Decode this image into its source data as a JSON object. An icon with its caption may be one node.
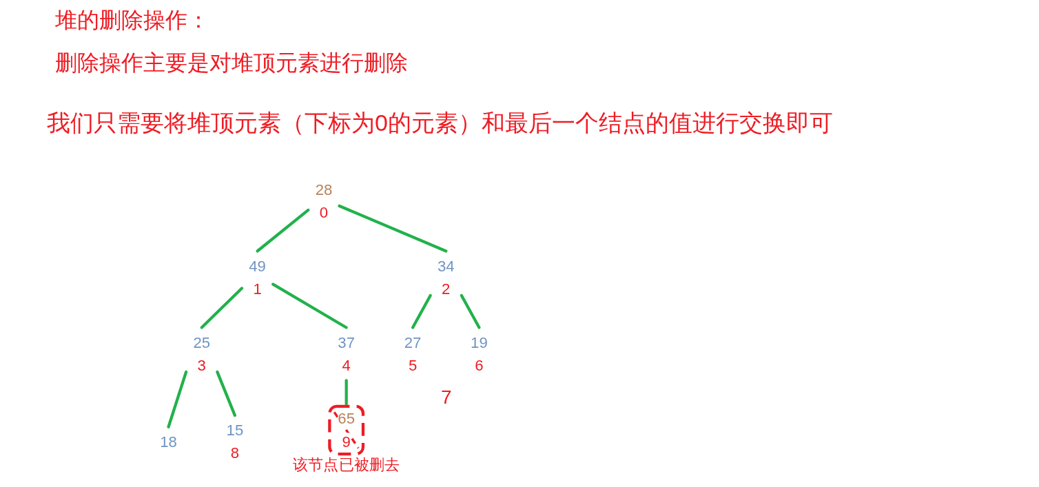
{
  "diagram": {
    "title": "堆的删除操作：",
    "nodes": [
      {
        "text": [
          "28"
        ],
        "beside": [
          "0"
        ]
      },
      {
        "text": [
          "49"
        ],
        "beside": [
          "1"
        ]
      },
      {
        "text": [
          "34"
        ],
        "beside": [
          "2"
        ]
      },
      {
        "text": [
          "25"
        ],
        "beside": [
          "3"
        ]
      },
      {
        "text": [
          "37"
        ],
        "beside": [
          "4"
        ]
      },
      {
        "text": [
          "27"
        ],
        "beside": [
          "5"
        ]
      },
      {
        "text": [
          "19"
        ],
        "beside": [
          "6"
        ]
      },
      {
        "text": [
          "18"
        ]
      },
      {
        "text": [
          "15"
        ],
        "beside": [
          "8"
        ]
      },
      {
        "text": [
          "65",
          "9"
        ],
        "beside": [
          "该节点已被删去"
        ]
      }
    ],
    "edges": [
      {
        "from": 0,
        "to": 1,
        "arrow": "none"
      },
      {
        "from": 0,
        "to": 2,
        "arrow": "none"
      },
      {
        "from": 1,
        "to": 3,
        "arrow": "none"
      },
      {
        "from": 1,
        "to": 4,
        "arrow": "none"
      },
      {
        "from": 2,
        "to": 5,
        "arrow": "none"
      },
      {
        "from": 2,
        "to": 6,
        "arrow": "none"
      },
      {
        "from": 3,
        "to": 7,
        "arrow": "none"
      },
      {
        "from": 3,
        "to": 8,
        "arrow": "none"
      },
      {
        "from": 4,
        "to": 9,
        "arrow": "none"
      }
    ],
    "labels": [
      "删除操作主要是对堆顶元素进行删除",
      "我们只需要将堆顶元素（下标为0的元素）和最后一个结点的值进行交换即可",
      "7"
    ]
  }
}
